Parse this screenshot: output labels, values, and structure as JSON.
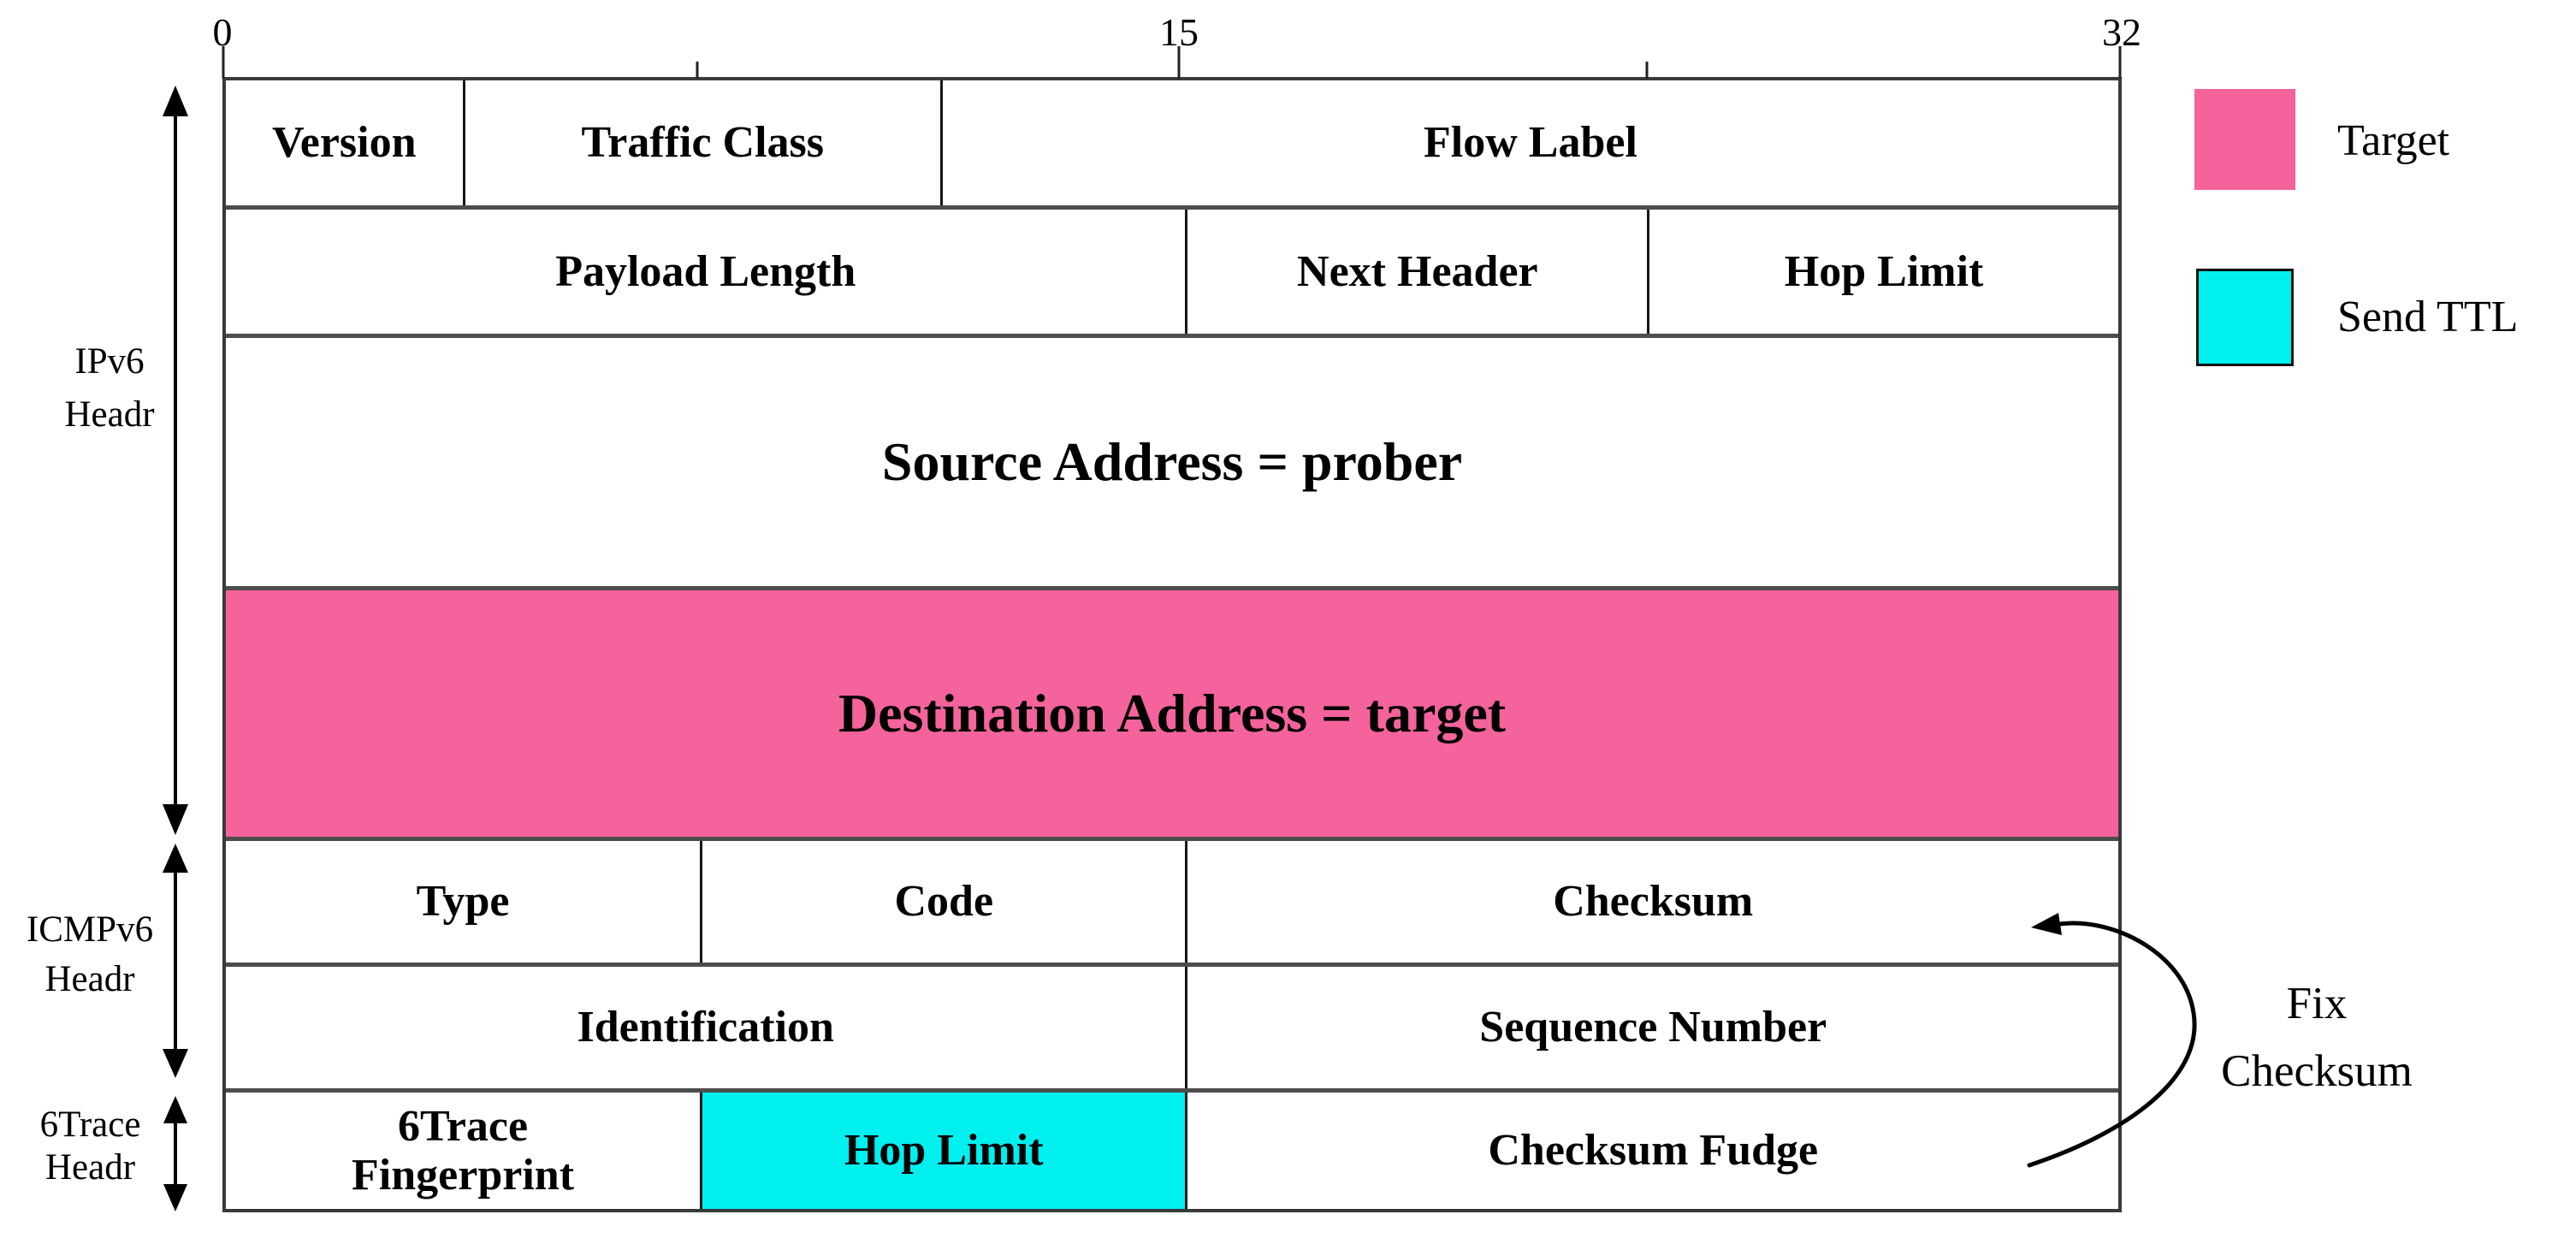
{
  "axis": {
    "tick_labels": [
      "0",
      "15",
      "32"
    ]
  },
  "packet": {
    "rows": [
      {
        "cells": [
          {
            "label": "Version"
          },
          {
            "label": "Traffic Class"
          },
          {
            "label": "Flow Label"
          }
        ]
      },
      {
        "cells": [
          {
            "label": "Payload Length"
          },
          {
            "label": "Next Header"
          },
          {
            "label": "Hop Limit"
          }
        ]
      },
      {
        "cells": [
          {
            "label": "Source Address = prober"
          }
        ]
      },
      {
        "cells": [
          {
            "label": "Destination Address = target"
          }
        ]
      },
      {
        "cells": [
          {
            "label": "Type"
          },
          {
            "label": "Code"
          },
          {
            "label": "Checksum"
          }
        ]
      },
      {
        "cells": [
          {
            "label": "Identification"
          },
          {
            "label": "Sequence Number"
          }
        ]
      },
      {
        "cells": [
          {
            "line1": "6Trace",
            "line2": "Fingerprint"
          },
          {
            "label": "Hop Limit"
          },
          {
            "label": "Checksum Fudge"
          }
        ]
      }
    ]
  },
  "side_labels": [
    {
      "line1": "IPv6",
      "line2": "Headr"
    },
    {
      "line1": "ICMPv6",
      "line2": "Headr"
    },
    {
      "line1": "6Trace",
      "line2": "Headr"
    }
  ],
  "legend": {
    "items": [
      {
        "label": "Target",
        "color": "#F4639C"
      },
      {
        "label": "Send TTL",
        "color": "#00EFEF"
      }
    ]
  },
  "annotation": {
    "line1": "Fix",
    "line2": "Checksum"
  },
  "colors": {
    "target_pink": "#F4639C",
    "send_ttl_cyan": "#00EFEF"
  }
}
